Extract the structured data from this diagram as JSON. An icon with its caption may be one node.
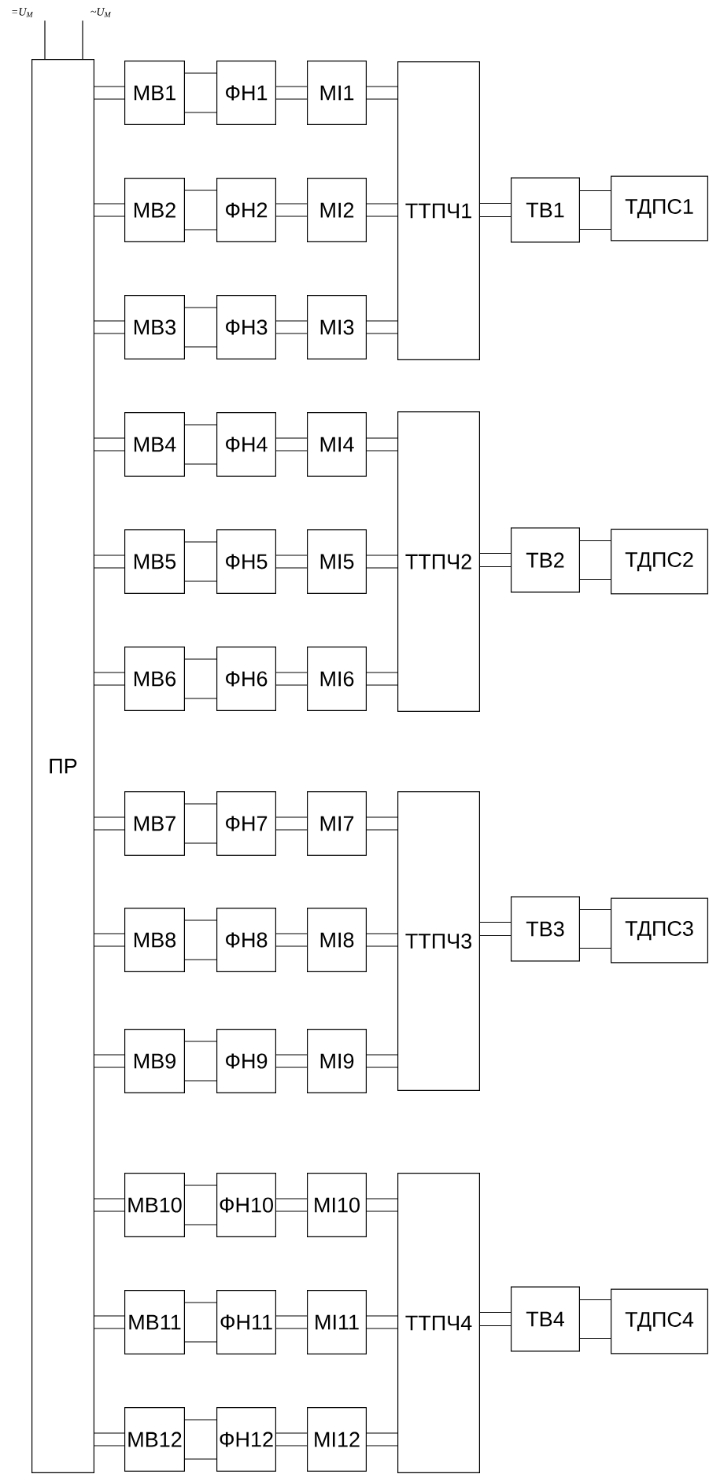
{
  "diagram": {
    "nodes": [
      {
        "text": [
          "=U$_{M}$"
        ]
      },
      {
        "text": [
          "~U$_{M}$"
        ]
      },
      {
        "text": [
          "ПР"
        ]
      },
      {
        "text": [
          "МВ1"
        ]
      },
      {
        "text": [
          "ФН1"
        ]
      },
      {
        "text": [
          "МІ1"
        ]
      },
      {
        "text": [
          "МВ2"
        ]
      },
      {
        "text": [
          "ФН2"
        ]
      },
      {
        "text": [
          "МІ2"
        ]
      },
      {
        "text": [
          "МВ3"
        ]
      },
      {
        "text": [
          "ФН3"
        ]
      },
      {
        "text": [
          "МІ3"
        ]
      },
      {
        "text": [
          "ТТПЧ1"
        ]
      },
      {
        "text": [
          "ТВ1"
        ]
      },
      {
        "text": [
          "ТДПС1"
        ]
      },
      {
        "text": [
          "МВ4"
        ]
      },
      {
        "text": [
          "ФН4"
        ]
      },
      {
        "text": [
          "МІ4"
        ]
      },
      {
        "text": [
          "МВ5"
        ]
      },
      {
        "text": [
          "ФН5"
        ]
      },
      {
        "text": [
          "МІ5"
        ]
      },
      {
        "text": [
          "МВ6"
        ]
      },
      {
        "text": [
          "ФН6"
        ]
      },
      {
        "text": [
          "МІ6"
        ]
      },
      {
        "text": [
          "ТТПЧ2"
        ]
      },
      {
        "text": [
          "ТВ2"
        ]
      },
      {
        "text": [
          "ТДПС2"
        ]
      },
      {
        "text": [
          "МВ7"
        ]
      },
      {
        "text": [
          "ФН7"
        ]
      },
      {
        "text": [
          "МІ7"
        ]
      },
      {
        "text": [
          "МВ8"
        ]
      },
      {
        "text": [
          "ФН8"
        ]
      },
      {
        "text": [
          "МІ8"
        ]
      },
      {
        "text": [
          "МВ9"
        ]
      },
      {
        "text": [
          "ФН9"
        ]
      },
      {
        "text": [
          "МІ9"
        ]
      },
      {
        "text": [
          "ТТПЧ3"
        ]
      },
      {
        "text": [
          "ТВ3"
        ]
      },
      {
        "text": [
          "ТДПС3"
        ]
      },
      {
        "text": [
          "МВ10"
        ]
      },
      {
        "text": [
          "ФН10"
        ]
      },
      {
        "text": [
          "МІ10"
        ]
      },
      {
        "text": [
          "МВ11"
        ]
      },
      {
        "text": [
          "ФН11"
        ]
      },
      {
        "text": [
          "МІ11"
        ]
      },
      {
        "text": [
          "МВ12"
        ]
      },
      {
        "text": [
          "ФН12"
        ]
      },
      {
        "text": [
          "МІ12"
        ]
      },
      {
        "text": [
          "ТТПЧ4"
        ]
      },
      {
        "text": [
          "ТВ4"
        ]
      },
      {
        "text": [
          "ТДПС4"
        ]
      }
    ],
    "edges": [
      {
        "from": 0,
        "to": 2,
        "arrow": "none"
      },
      {
        "from": 1,
        "to": 2,
        "arrow": "none"
      },
      {
        "from": 2,
        "to": 3,
        "arrow": "none"
      },
      {
        "from": 3,
        "to": 4,
        "arrow": "none"
      },
      {
        "from": 4,
        "to": 5,
        "arrow": "none"
      },
      {
        "from": 5,
        "to": 12,
        "arrow": "none"
      },
      {
        "from": 2,
        "to": 6,
        "arrow": "none"
      },
      {
        "from": 6,
        "to": 7,
        "arrow": "none"
      },
      {
        "from": 7,
        "to": 8,
        "arrow": "none"
      },
      {
        "from": 8,
        "to": 12,
        "arrow": "none"
      },
      {
        "from": 2,
        "to": 9,
        "arrow": "none"
      },
      {
        "from": 9,
        "to": 10,
        "arrow": "none"
      },
      {
        "from": 10,
        "to": 11,
        "arrow": "none"
      },
      {
        "from": 11,
        "to": 12,
        "arrow": "none"
      },
      {
        "from": 12,
        "to": 13,
        "arrow": "none"
      },
      {
        "from": 13,
        "to": 14,
        "arrow": "none"
      },
      {
        "from": 2,
        "to": 15,
        "arrow": "none"
      },
      {
        "from": 15,
        "to": 16,
        "arrow": "none"
      },
      {
        "from": 16,
        "to": 17,
        "arrow": "none"
      },
      {
        "from": 17,
        "to": 24,
        "arrow": "none"
      },
      {
        "from": 2,
        "to": 18,
        "arrow": "none"
      },
      {
        "from": 18,
        "to": 19,
        "arrow": "none"
      },
      {
        "from": 19,
        "to": 20,
        "arrow": "none"
      },
      {
        "from": 20,
        "to": 24,
        "arrow": "none"
      },
      {
        "from": 2,
        "to": 21,
        "arrow": "none"
      },
      {
        "from": 21,
        "to": 22,
        "arrow": "none"
      },
      {
        "from": 22,
        "to": 23,
        "arrow": "none"
      },
      {
        "from": 23,
        "to": 24,
        "arrow": "none"
      },
      {
        "from": 24,
        "to": 25,
        "arrow": "none"
      },
      {
        "from": 25,
        "to": 26,
        "arrow": "none"
      },
      {
        "from": 2,
        "to": 27,
        "arrow": "none"
      },
      {
        "from": 27,
        "to": 28,
        "arrow": "none"
      },
      {
        "from": 28,
        "to": 29,
        "arrow": "none"
      },
      {
        "from": 29,
        "to": 36,
        "arrow": "none"
      },
      {
        "from": 2,
        "to": 30,
        "arrow": "none"
      },
      {
        "from": 30,
        "to": 31,
        "arrow": "none"
      },
      {
        "from": 31,
        "to": 32,
        "arrow": "none"
      },
      {
        "from": 32,
        "to": 36,
        "arrow": "none"
      },
      {
        "from": 2,
        "to": 33,
        "arrow": "none"
      },
      {
        "from": 33,
        "to": 34,
        "arrow": "none"
      },
      {
        "from": 34,
        "to": 35,
        "arrow": "none"
      },
      {
        "from": 35,
        "to": 36,
        "arrow": "none"
      },
      {
        "from": 36,
        "to": 37,
        "arrow": "none"
      },
      {
        "from": 37,
        "to": 38,
        "arrow": "none"
      },
      {
        "from": 2,
        "to": 39,
        "arrow": "none"
      },
      {
        "from": 39,
        "to": 40,
        "arrow": "none"
      },
      {
        "from": 40,
        "to": 41,
        "arrow": "none"
      },
      {
        "from": 41,
        "to": 48,
        "arrow": "none"
      },
      {
        "from": 2,
        "to": 42,
        "arrow": "none"
      },
      {
        "from": 42,
        "to": 43,
        "arrow": "none"
      },
      {
        "from": 43,
        "to": 44,
        "arrow": "none"
      },
      {
        "from": 44,
        "to": 48,
        "arrow": "none"
      },
      {
        "from": 2,
        "to": 45,
        "arrow": "none"
      },
      {
        "from": 45,
        "to": 46,
        "arrow": "none"
      },
      {
        "from": 46,
        "to": 47,
        "arrow": "none"
      },
      {
        "from": 47,
        "to": 48,
        "arrow": "none"
      },
      {
        "from": 48,
        "to": 49,
        "arrow": "none"
      },
      {
        "from": 49,
        "to": 50,
        "arrow": "none"
      }
    ]
  }
}
